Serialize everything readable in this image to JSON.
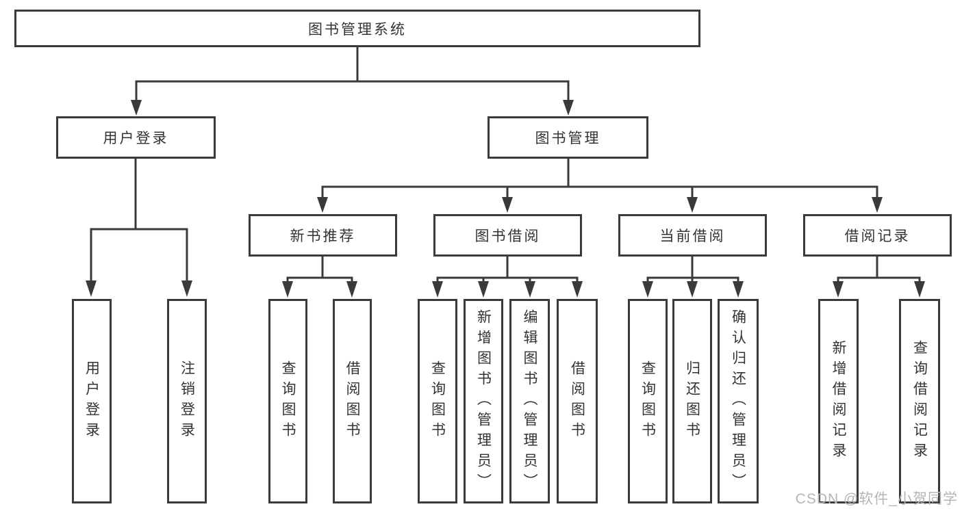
{
  "diagram": {
    "title_hint": "library management system function structure chart",
    "root": {
      "label": "图书管理系统"
    },
    "level2": [
      {
        "label": "用户登录",
        "children": [
          {
            "label": "用户登录"
          },
          {
            "label": "注销登录"
          }
        ]
      },
      {
        "label": "图书管理"
      }
    ],
    "level3": [
      {
        "label": "新书推荐",
        "children": [
          {
            "label": "查询图书"
          },
          {
            "label": "借阅图书"
          }
        ]
      },
      {
        "label": "图书借阅",
        "children": [
          {
            "label": "查询图书"
          },
          {
            "label": "新增图书（管理员）"
          },
          {
            "label": "编辑图书（管理员）"
          },
          {
            "label": "借阅图书"
          }
        ]
      },
      {
        "label": "当前借阅",
        "children": [
          {
            "label": "查询图书"
          },
          {
            "label": "归还图书"
          },
          {
            "label": "确认归还（管理员）"
          }
        ]
      },
      {
        "label": "借阅记录",
        "children": [
          {
            "label": "新增借阅记录"
          },
          {
            "label": "查询借阅记录"
          }
        ]
      }
    ]
  },
  "watermark": {
    "text": "CSDN @软件_小贺同学"
  },
  "colors": {
    "line": "#3a3a3a",
    "text": "#333333",
    "box_background": "#ffffff",
    "watermark": "#b5b5b5"
  }
}
